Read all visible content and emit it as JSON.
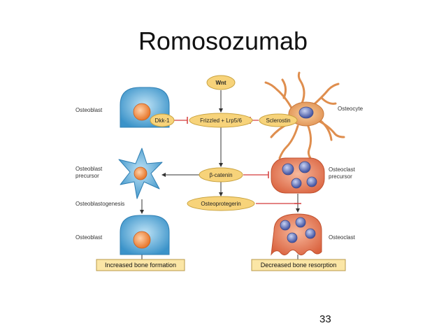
{
  "slide": {
    "title": "Romosozumab",
    "page_number": "33"
  },
  "diagram": {
    "nodes": {
      "wnt": "Wnt",
      "frizzled": "Frizzled + Lrp5/6",
      "dkk1": "Dkk-1",
      "sclerostin": "Sclerostin",
      "beta_catenin": "β-catenin",
      "osteoprotegerin": "Osteoprotegerin"
    },
    "labels": {
      "osteoblast_top": "Osteoblast",
      "osteocyte": "Osteocyte",
      "osteoblast_precursor_line1": "Osteoblast",
      "osteoblast_precursor_line2": "precursor",
      "osteoclast_precursor_line1": "Osteoclast",
      "osteoclast_precursor_line2": "precursor",
      "osteoblastogenesis": "Osteoblastogenesis",
      "osteoblast_bottom": "Osteoblast",
      "osteoclast": "Osteoclast"
    },
    "outcomes": {
      "left": "Increased bone formation",
      "right": "Decreased bone resorption"
    },
    "colors": {
      "blue_cell": "#4aa3d6",
      "nucleus_orange": "#f08a3c",
      "pill_yellow": "#f7d37a",
      "pill_border": "#c9a340",
      "osteoclast_red": "#e2714e",
      "osteoclast_nucleus": "#5b6fb0",
      "osteocyte_tan": "#e8a468",
      "inhibit_red": "#d43a3a",
      "outcome_box": "#fbe6a6"
    }
  }
}
